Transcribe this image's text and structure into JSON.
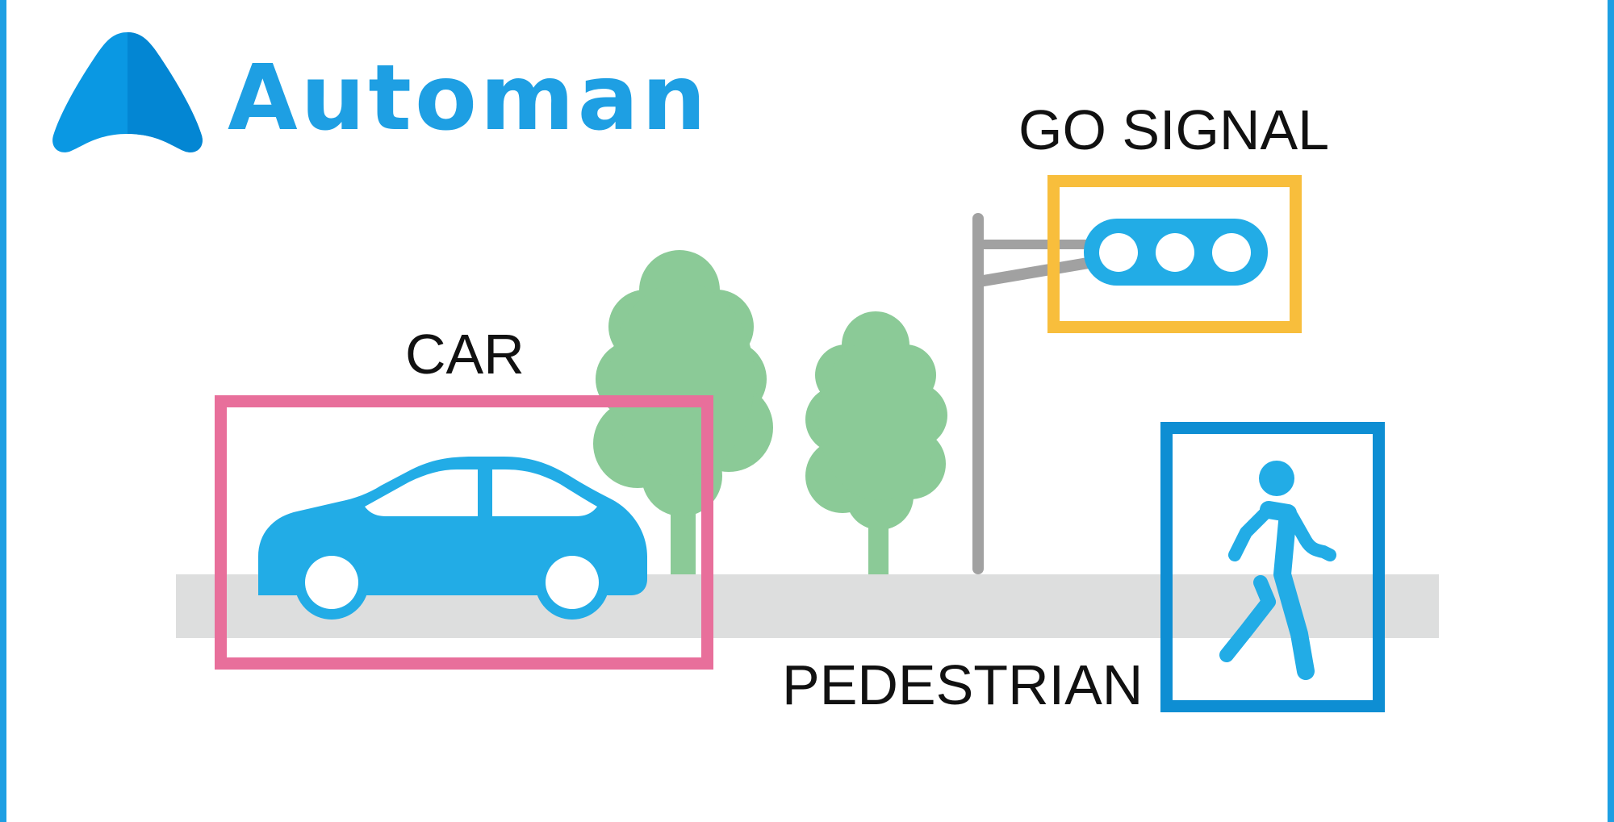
{
  "brand": {
    "name": "Automan",
    "color": "#1E9FE3"
  },
  "labels": {
    "car": "CAR",
    "go_signal": "GO SIGNAL",
    "pedestrian": "PEDESTRIAN"
  },
  "colors": {
    "frame": "#1E9FE3",
    "icon_blue": "#22ACE6",
    "tree_green": "#8BCA97",
    "road_gray": "#DDDEDE",
    "pole_gray": "#A1A1A1",
    "car_box": "#E86F9B",
    "signal_box": "#F8BE3C",
    "pedestrian_box": "#0E8ED3"
  },
  "icons": {
    "logo": "automan-logo-icon",
    "car": "car-icon",
    "traffic_light": "traffic-light-icon",
    "pedestrian": "pedestrian-icon",
    "tree": "tree-icon",
    "pole": "signal-pole-icon"
  }
}
